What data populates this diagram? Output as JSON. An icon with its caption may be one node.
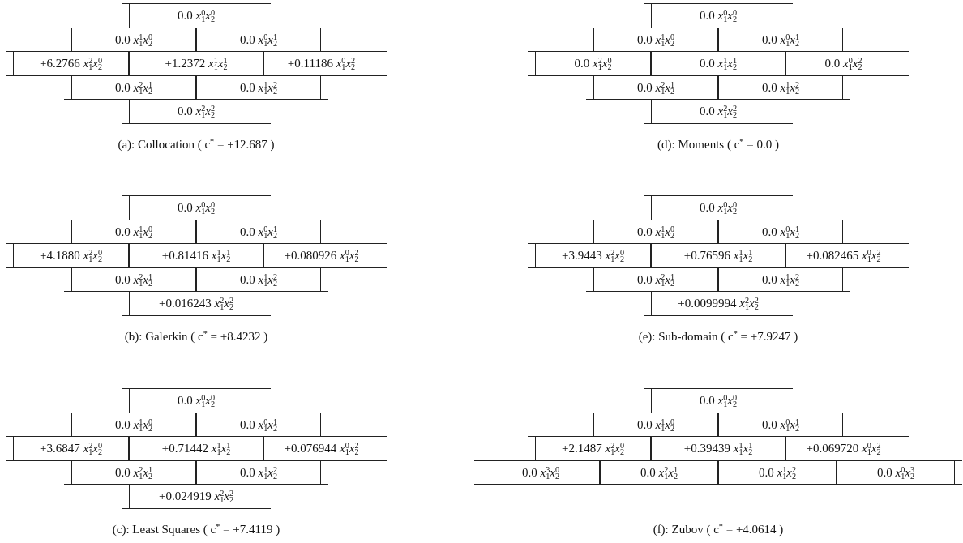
{
  "diagram": {
    "nodes": [
      {
        "text": [
          "0.0 *x*$_{1}$$^{0}$*x*$_{2}$$^{0}$"
        ]
      },
      {
        "text": [
          "0.0 *x*$_{1}$$^{1}$*x*$_{2}$$^{0}$"
        ]
      },
      {
        "text": [
          "0.0 *x*$_{1}$$^{0}$*x*$_{2}$$^{1}$"
        ]
      },
      {
        "text": [
          "+6.2766 *x*$_{1}$$^{2}$*x*$_{2}$$^{0}$"
        ]
      },
      {
        "text": [
          "+1.2372 *x*$_{1}$$^{1}$*x*$_{2}$$^{1}$"
        ]
      },
      {
        "text": [
          "+0.11186 *x*$_{1}$$^{0}$*x*$_{2}$$^{2}$"
        ]
      },
      {
        "text": [
          "0.0 *x*$_{1}$$^{2}$*x*$_{2}$$^{1}$"
        ]
      },
      {
        "text": [
          "0.0 *x*$_{1}$$^{1}$*x*$_{2}$$^{2}$"
        ]
      },
      {
        "text": [
          "0.0 *x*$_{1}$$^{2}$*x*$_{2}$$^{2}$"
        ]
      },
      {
        "text": [
          "0.0 *x*$_{1}$$^{0}$*x*$_{2}$$^{0}$"
        ]
      },
      {
        "text": [
          "0.0 *x*$_{1}$$^{1}$*x*$_{2}$$^{0}$"
        ]
      },
      {
        "text": [
          "0.0 *x*$_{1}$$^{0}$*x*$_{2}$$^{1}$"
        ]
      },
      {
        "text": [
          "+4.1880 *x*$_{1}$$^{2}$*x*$_{2}$$^{0}$"
        ]
      },
      {
        "text": [
          "+0.81416 *x*$_{1}$$^{1}$*x*$_{2}$$^{1}$"
        ]
      },
      {
        "text": [
          "+0.080926 *x*$_{1}$$^{0}$*x*$_{2}$$^{2}$"
        ]
      },
      {
        "text": [
          "0.0 *x*$_{1}$$^{2}$*x*$_{2}$$^{1}$"
        ]
      },
      {
        "text": [
          "0.0 *x*$_{1}$$^{1}$*x*$_{2}$$^{2}$"
        ]
      },
      {
        "text": [
          "+0.016243 *x*$_{1}$$^{2}$*x*$_{2}$$^{2}$"
        ]
      },
      {
        "text": [
          "0.0 *x*$_{1}$$^{0}$*x*$_{2}$$^{0}$"
        ]
      },
      {
        "text": [
          "0.0 *x*$_{1}$$^{1}$*x*$_{2}$$^{0}$"
        ]
      },
      {
        "text": [
          "0.0 *x*$_{1}$$^{0}$*x*$_{2}$$^{1}$"
        ]
      },
      {
        "text": [
          "+3.6847 *x*$_{1}$$^{2}$*x*$_{2}$$^{0}$"
        ]
      },
      {
        "text": [
          "+0.71442 *x*$_{1}$$^{1}$*x*$_{2}$$^{1}$"
        ]
      },
      {
        "text": [
          "+0.076944 *x*$_{1}$$^{0}$*x*$_{2}$$^{2}$"
        ]
      },
      {
        "text": [
          "0.0 *x*$_{1}$$^{2}$*x*$_{2}$$^{1}$"
        ]
      },
      {
        "text": [
          "0.0 *x*$_{1}$$^{1}$*x*$_{2}$$^{2}$"
        ]
      },
      {
        "text": [
          "+0.024919 *x*$_{1}$$^{2}$*x*$_{2}$$^{2}$"
        ]
      },
      {
        "text": [
          "0.0 *x*$_{1}$$^{0}$*x*$_{2}$$^{0}$"
        ]
      },
      {
        "text": [
          "0.0 *x*$_{1}$$^{1}$*x*$_{2}$$^{0}$"
        ]
      },
      {
        "text": [
          "0.0 *x*$_{1}$$^{0}$*x*$_{2}$$^{1}$"
        ]
      },
      {
        "text": [
          "0.0 *x*$_{1}$$^{2}$*x*$_{2}$$^{0}$"
        ]
      },
      {
        "text": [
          "0.0 *x*$_{1}$$^{1}$*x*$_{2}$$^{1}$"
        ]
      },
      {
        "text": [
          "0.0 *x*$_{1}$$^{0}$*x*$_{2}$$^{2}$"
        ]
      },
      {
        "text": [
          "0.0 *x*$_{1}$$^{2}$*x*$_{2}$$^{1}$"
        ]
      },
      {
        "text": [
          "0.0 *x*$_{1}$$^{1}$*x*$_{2}$$^{2}$"
        ]
      },
      {
        "text": [
          "0.0 *x*$_{1}$$^{2}$*x*$_{2}$$^{2}$"
        ]
      },
      {
        "text": [
          "0.0 *x*$_{1}$$^{0}$*x*$_{2}$$^{0}$"
        ]
      },
      {
        "text": [
          "0.0 *x*$_{1}$$^{1}$*x*$_{2}$$^{0}$"
        ]
      },
      {
        "text": [
          "0.0 *x*$_{1}$$^{0}$*x*$_{2}$$^{1}$"
        ]
      },
      {
        "text": [
          "+3.9443 *x*$_{1}$$^{2}$*x*$_{2}$$^{0}$"
        ]
      },
      {
        "text": [
          "+0.76596 *x*$_{1}$$^{1}$*x*$_{2}$$^{1}$"
        ]
      },
      {
        "text": [
          "+0.082465 *x*$_{1}$$^{0}$*x*$_{2}$$^{2}$"
        ]
      },
      {
        "text": [
          "0.0 *x*$_{1}$$^{2}$*x*$_{2}$$^{1}$"
        ]
      },
      {
        "text": [
          "0.0 *x*$_{1}$$^{1}$*x*$_{2}$$^{2}$"
        ]
      },
      {
        "text": [
          "+0.0099994 *x*$_{1}$$^{2}$*x*$_{2}$$^{2}$"
        ]
      },
      {
        "text": [
          "0.0 *x*$_{1}$$^{0}$*x*$_{2}$$^{0}$"
        ]
      },
      {
        "text": [
          "0.0 *x*$_{1}$$^{1}$*x*$_{2}$$^{0}$"
        ]
      },
      {
        "text": [
          "0.0 *x*$_{1}$$^{0}$*x*$_{2}$$^{1}$"
        ]
      },
      {
        "text": [
          "+2.1487 *x*$_{1}$$^{2}$*x*$_{2}$$^{0}$"
        ]
      },
      {
        "text": [
          "+0.39439 *x*$_{1}$$^{1}$*x*$_{2}$$^{1}$"
        ]
      },
      {
        "text": [
          "+0.069720 *x*$_{1}$$^{0}$*x*$_{2}$$^{2}$"
        ]
      },
      {
        "text": [
          "0.0 *x*$_{1}$$^{3}$*x*$_{2}$$^{0}$"
        ]
      },
      {
        "text": [
          "0.0 *x*$_{1}$$^{2}$*x*$_{2}$$^{1}$"
        ]
      },
      {
        "text": [
          "0.0 *x*$_{1}$$^{1}$*x*$_{2}$$^{2}$"
        ]
      },
      {
        "text": [
          "0.0 *x*$_{1}$$^{0}$*x*$_{2}$$^{3}$"
        ]
      }
    ],
    "labels": [
      "(a): Collocation ( c$^{*}$ = +12.687 )",
      "(b): Galerkin ( c$^{*}$ = +8.4232 )",
      "(c): Least Squares ( c$^{*}$ = +7.4119 )",
      "(d): Moments ( c$^{*}$ = 0.0 )",
      "(e): Sub-domain ( c$^{*}$ = +7.9247 )",
      "(f): Zubov ( c$^{*}$ = +4.0614 )"
    ]
  }
}
